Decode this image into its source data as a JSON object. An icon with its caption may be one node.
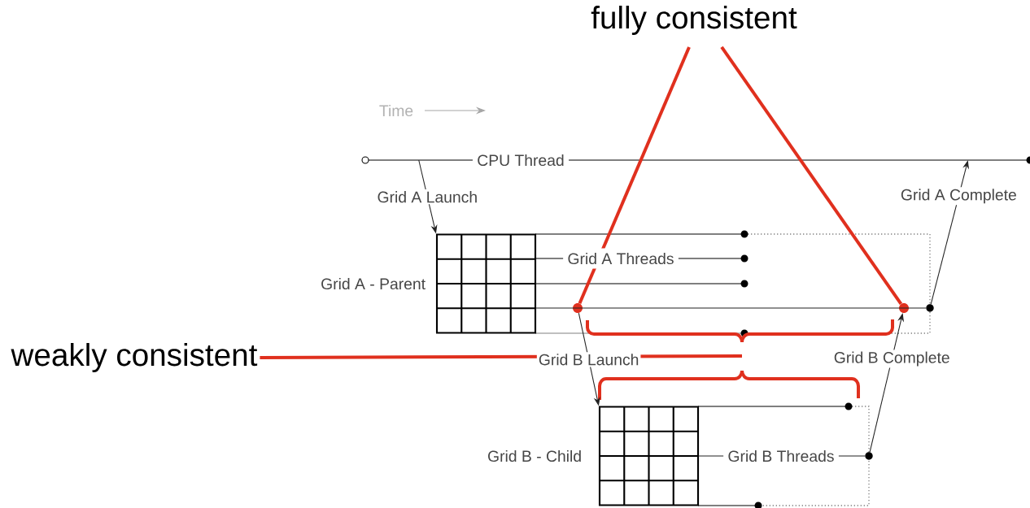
{
  "diagram": {
    "nodes": [
      {
        "text": [
          "fully consistent"
        ]
      },
      {
        "text": [
          "weakly consistent"
        ]
      },
      {
        "text": [
          "CPU Thread"
        ]
      },
      {
        "text": [],
        "shape": "grid",
        "beside": [
          "Grid A - Parent"
        ]
      },
      {
        "text": [],
        "shape": "circle"
      },
      {
        "text": [],
        "shape": "circle"
      },
      {
        "text": [],
        "shape": "circle"
      },
      {
        "text": [],
        "shape": "grid",
        "beside": [
          "Grid B - Child"
        ]
      },
      {
        "text": [],
        "shape": "circle"
      }
    ],
    "edges": [
      {
        "from": 0,
        "to": 4,
        "arrow": "none",
        "style": "thick",
        "color": "#e0301e"
      },
      {
        "from": 0,
        "to": 5,
        "arrow": "none",
        "style": "thick",
        "color": "#e0301e"
      },
      {
        "from": 1,
        "to": null,
        "arrow": "none",
        "style": "thick",
        "color": "#e0301e"
      },
      {
        "from": 2,
        "to": 3,
        "arrow": "to",
        "label": "Grid A Launch"
      },
      {
        "from": 4,
        "to": 7,
        "arrow": "to",
        "label": "Grid B Launch"
      },
      {
        "from": 8,
        "to": 5,
        "arrow": "to",
        "label": "Grid B Complete"
      },
      {
        "from": 6,
        "to": 2,
        "arrow": "to",
        "label": "Grid A Complete"
      },
      {
        "from": 3,
        "to": 6,
        "arrow": "none"
      },
      {
        "from": 7,
        "to": 8,
        "arrow": "none"
      }
    ],
    "labels": [
      "Time",
      "Grid A Threads",
      "Grid B Threads"
    ]
  }
}
